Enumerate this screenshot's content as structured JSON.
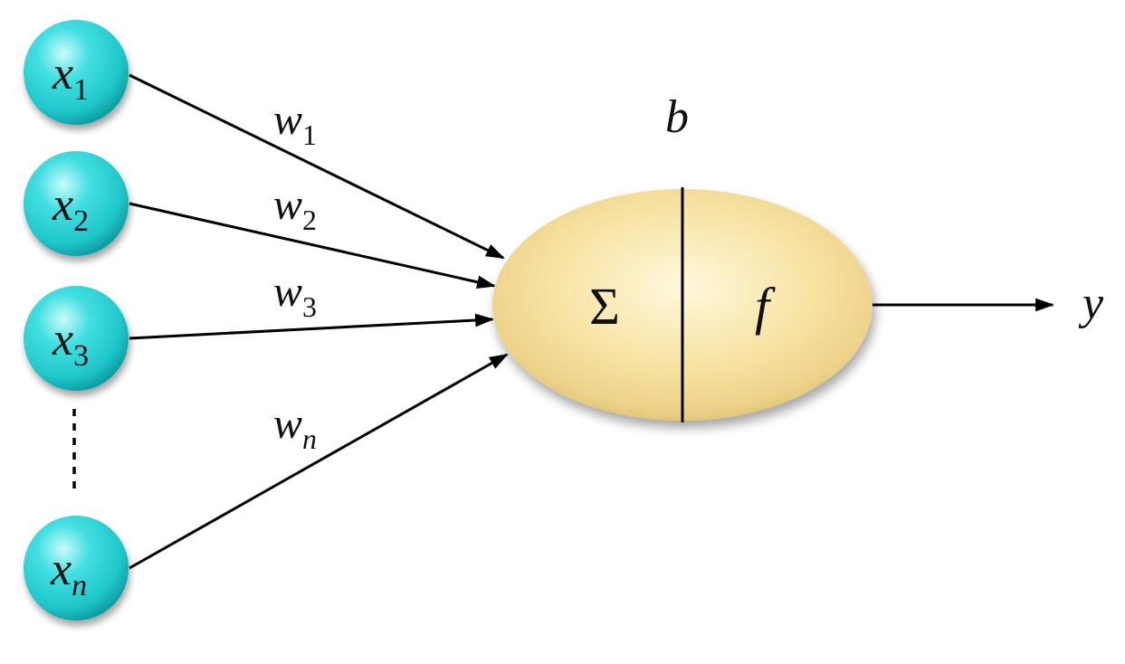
{
  "colors": {
    "input_node": "#2fd3d6",
    "input_node_highlight": "#c9fbfb",
    "input_node_shadow": "#0e9ea2",
    "neuron_body": "#f7e3a3",
    "neuron_highlight": "#fff8dc",
    "neuron_shadow": "#d9bd6b",
    "line": "#000000",
    "text": "#111111"
  },
  "inputs": [
    {
      "base": "x",
      "sub": "1"
    },
    {
      "base": "x",
      "sub": "2"
    },
    {
      "base": "x",
      "sub": "3"
    },
    {
      "base": "x",
      "sub": "n"
    }
  ],
  "weights": [
    {
      "base": "w",
      "sub": "1"
    },
    {
      "base": "w",
      "sub": "2"
    },
    {
      "base": "w",
      "sub": "3"
    },
    {
      "base": "w",
      "sub": "n"
    }
  ],
  "bias": "b",
  "neuron": {
    "sum_symbol": "Σ",
    "activation_symbol": "f"
  },
  "output": "y"
}
